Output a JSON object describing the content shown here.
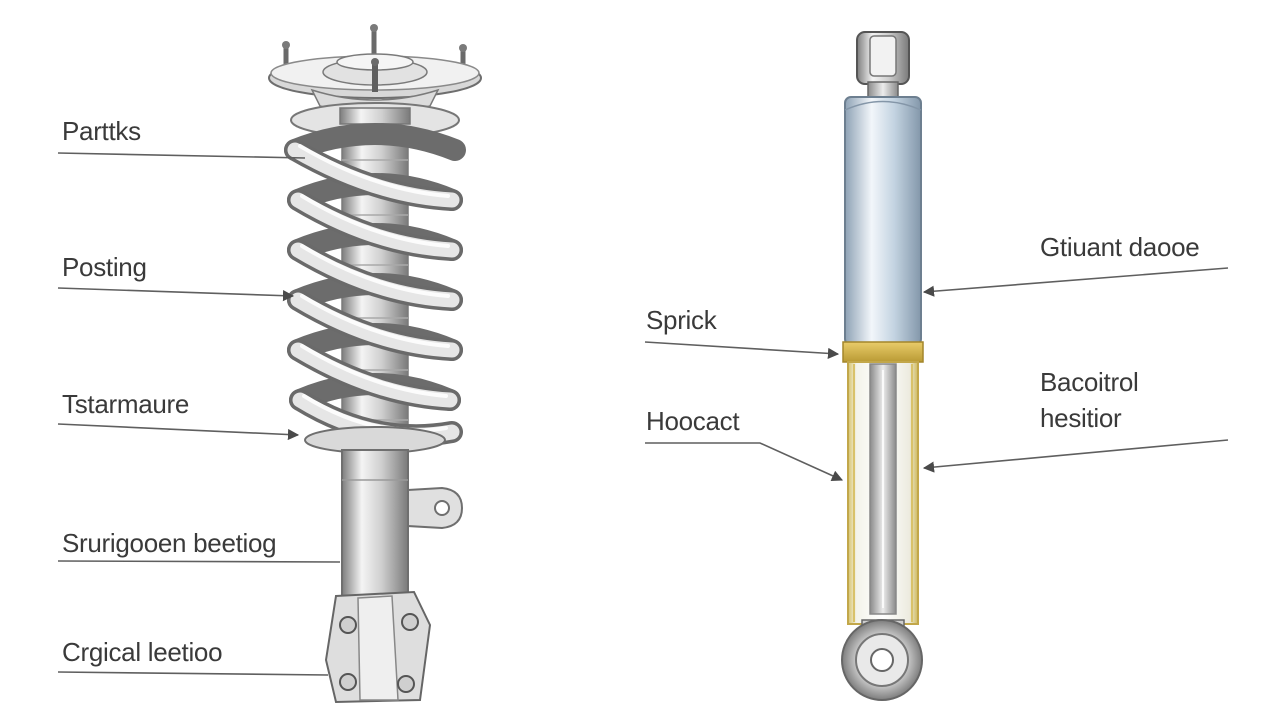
{
  "left_labels": [
    "Parttks",
    "Posting",
    "Tstarmaure",
    "Srurigooen beetiog",
    "Crgical leetioo"
  ],
  "right_labels": [
    "Gtiuant daooe",
    "Sprick",
    "Bacoitrol",
    "hesitior",
    "Hoocact"
  ],
  "colors": {
    "line": "#5f5f5f",
    "metal_dark": "#6b6b6b",
    "metal_light": "#e6e6e6",
    "shock_blue": "#b7c9d9",
    "yellow_band": "#d9b84a"
  }
}
